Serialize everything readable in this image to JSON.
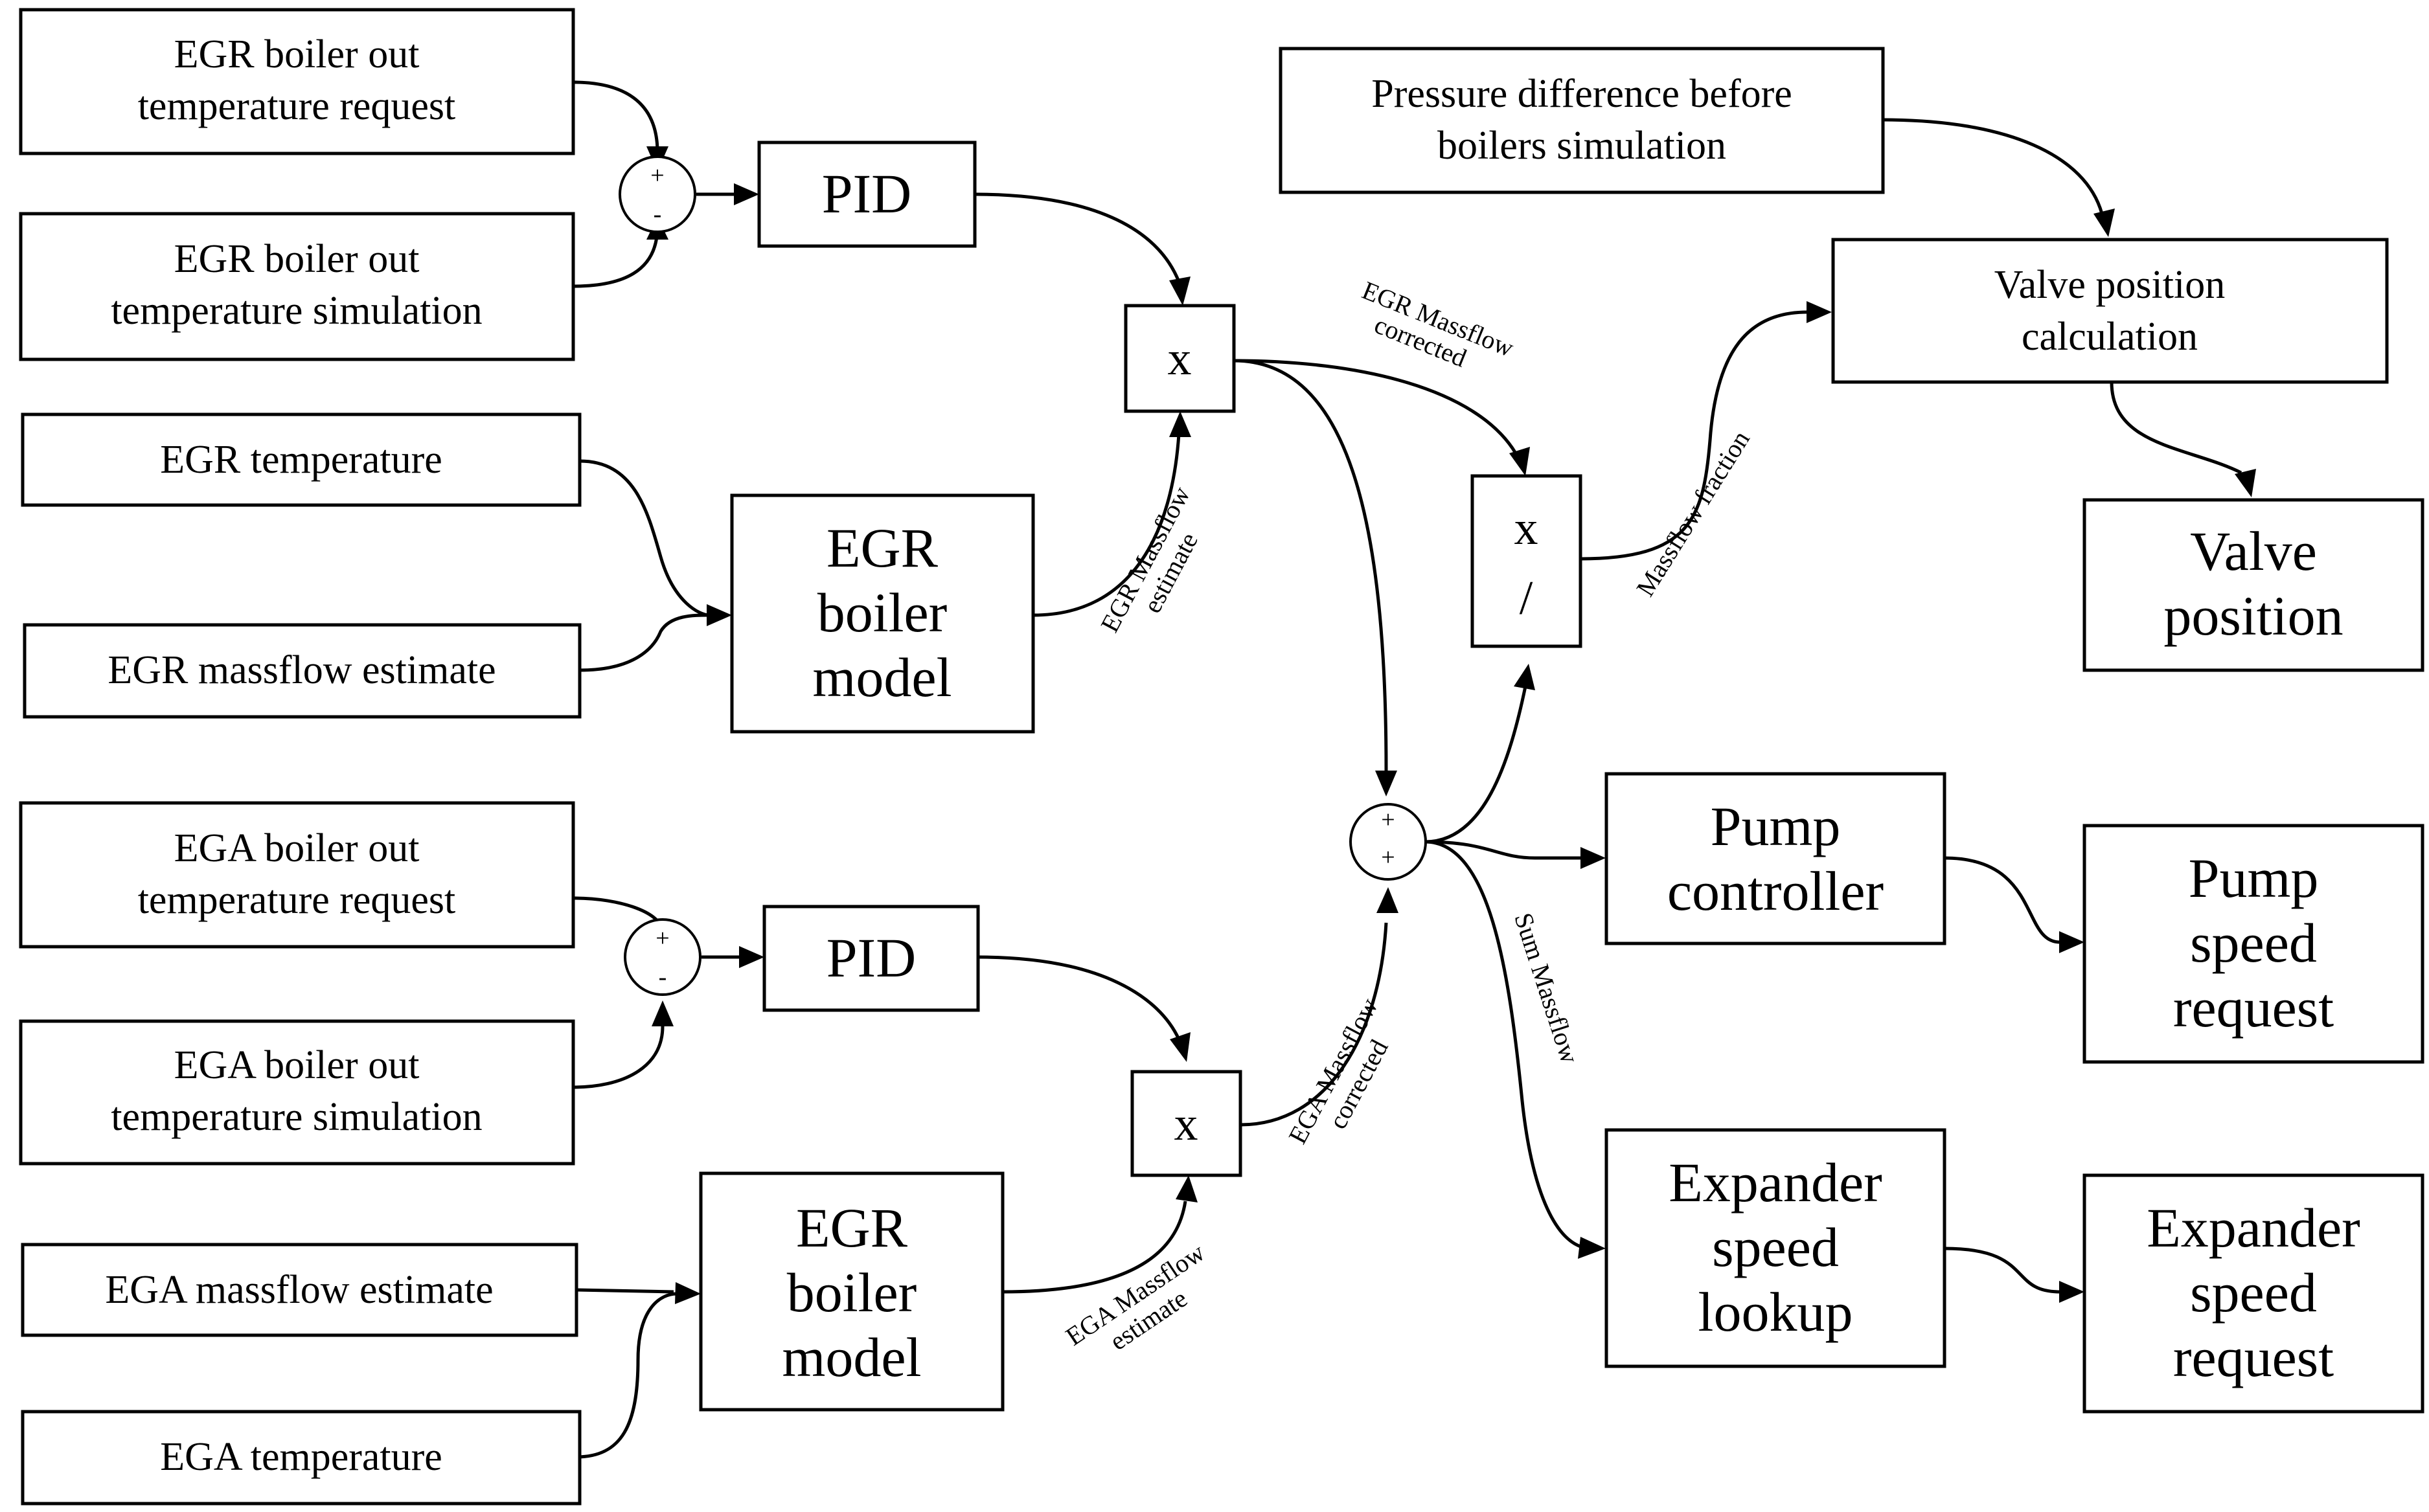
{
  "inputs": {
    "egr_boiler_out_temp_request": [
      "EGR boiler out",
      "temperature request"
    ],
    "egr_boiler_out_temp_simulation": [
      "EGR boiler out",
      "temperature simulation"
    ],
    "egr_temperature": "EGR temperature",
    "egr_massflow_estimate": "EGR massflow estimate",
    "ega_boiler_out_temp_request": [
      "EGA boiler out",
      "temperature request"
    ],
    "ega_boiler_out_temp_simulation": [
      "EGA boiler out",
      "temperature simulation"
    ],
    "ega_massflow_estimate": "EGA massflow estimate",
    "ega_temperature": "EGA temperature",
    "pressure_difference": [
      "Pressure difference before",
      "boilers simulation"
    ]
  },
  "blocks": {
    "pid_egr": "PID",
    "pid_ega": "PID",
    "egr_boiler_model": [
      "EGR",
      "boiler",
      "model"
    ],
    "ega_boiler_model": [
      "EGR",
      "boiler",
      "model"
    ],
    "multiply_egr": "x",
    "multiply_ega": "x",
    "ratio_top": "x",
    "ratio_bottom": "/",
    "valve_position_calculation": [
      "Valve position",
      "calculation"
    ],
    "pump_controller": [
      "Pump",
      "controller"
    ],
    "expander_speed_lookup": [
      "Expander",
      "speed",
      "lookup"
    ]
  },
  "outputs": {
    "valve_position": [
      "Valve",
      "position"
    ],
    "pump_speed_request": [
      "Pump",
      "speed",
      "request"
    ],
    "expander_speed_request": [
      "Expander",
      "speed",
      "request"
    ]
  },
  "junctions": {
    "sum_egr": {
      "top": "+",
      "bottom": "-"
    },
    "sum_ega": {
      "top": "+",
      "bottom": "-"
    },
    "sum_massflow": {
      "top": "+",
      "bottom": "+"
    }
  },
  "edge_labels": {
    "egr_massflow_estimate": [
      "EGR Massflow",
      "estimate"
    ],
    "egr_massflow_corrected": [
      "EGR Massflow",
      "corrected"
    ],
    "ega_massflow_estimate": [
      "EGA Massflow",
      "estimate"
    ],
    "ega_massflow_corrected": [
      "EGA Massflow",
      "corrected"
    ],
    "massflow_fraction": "Massflow fraction",
    "sum_massflow": "Sum Massflow"
  }
}
